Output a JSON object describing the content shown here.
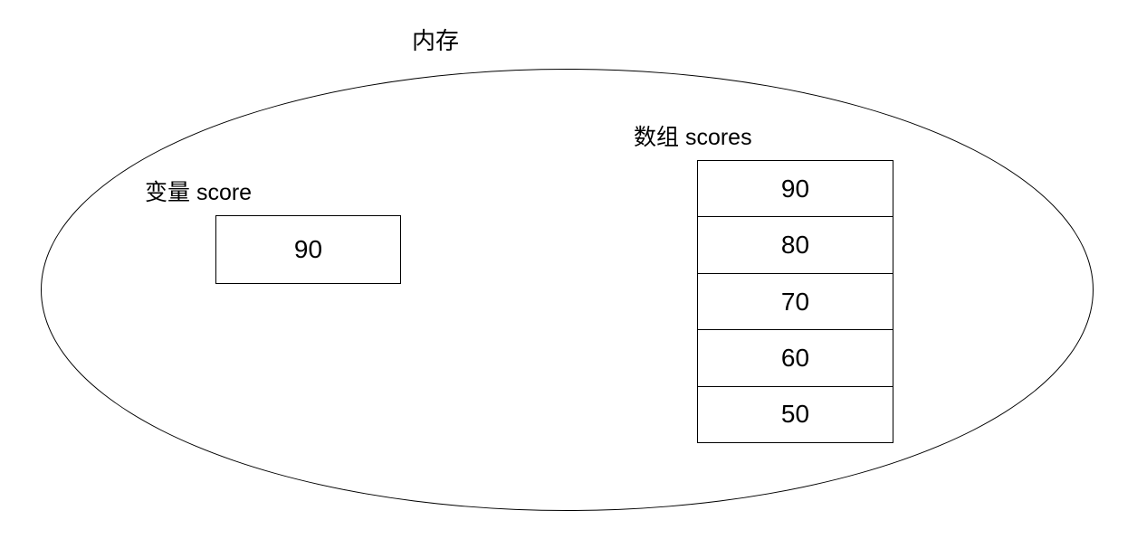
{
  "diagram": {
    "title": "内存"
  },
  "variable": {
    "label": "变量 score",
    "value": "90"
  },
  "array": {
    "label": "数组 scores",
    "values": [
      "90",
      "80",
      "70",
      "60",
      "50"
    ]
  }
}
